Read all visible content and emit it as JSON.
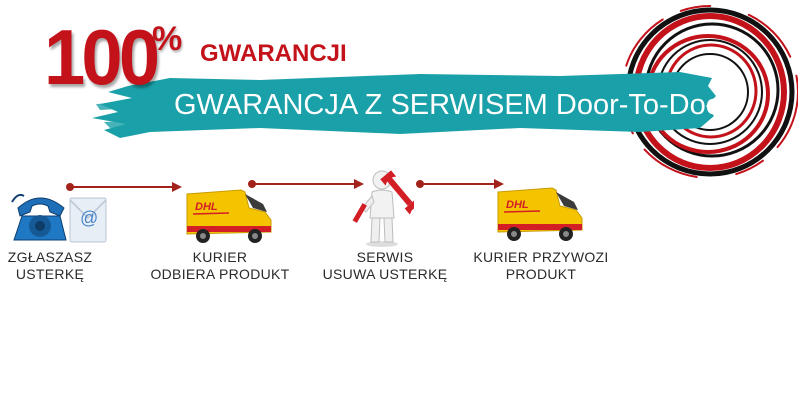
{
  "header": {
    "big_number": "100",
    "percent": "%",
    "guarantee_word": "GWARANCJI",
    "banner_text": "GWARANCJA Z SERWISEM Door-To-Door"
  },
  "steps": [
    {
      "line1": "ZGŁASZASZ",
      "line2": "USTERKĘ",
      "icon": "phone-and-email-icon"
    },
    {
      "line1": "KURIER",
      "line2": "ODBIERA PRODUKT",
      "icon": "dhl-van-icon"
    },
    {
      "line1": "SERWIS",
      "line2": "USUWA USTERKĘ",
      "icon": "service-man-wrench-icon"
    },
    {
      "line1": "KURIER PRZYWOZI",
      "line2": "PRODUKT",
      "icon": "dhl-van-icon"
    }
  ],
  "van_logo_text": "DHL",
  "colors": {
    "red": "#c4121a",
    "teal": "#1aa0a8",
    "arrow": "#a3231c",
    "van_yellow": "#f5c400",
    "label": "#2a2a2a"
  }
}
